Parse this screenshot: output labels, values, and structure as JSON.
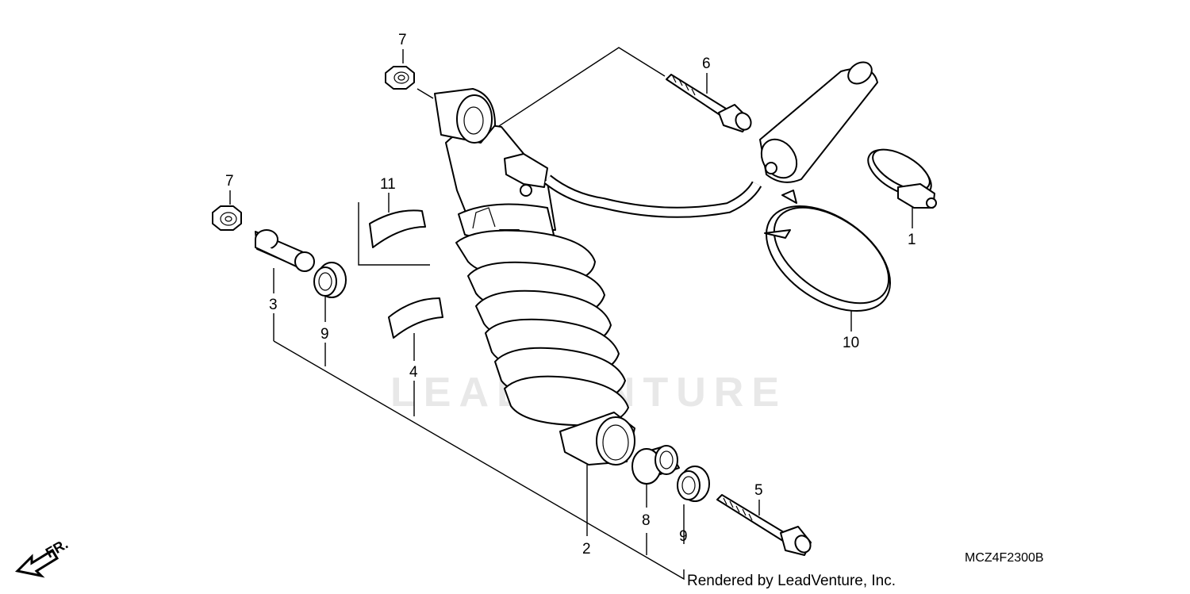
{
  "diagram": {
    "watermark": "LEADVENTURE",
    "code": "MCZ4F2300B",
    "credit": "Rendered by LeadVenture, Inc.",
    "direction_label": "FR.",
    "callouts": {
      "c1": "1",
      "c2": "2",
      "c3": "3",
      "c4": "4",
      "c5": "5",
      "c6": "6",
      "c7a": "7",
      "c7b": "7",
      "c8": "8",
      "c9a": "9",
      "c9b": "9",
      "c10": "10",
      "c11": "11"
    }
  }
}
